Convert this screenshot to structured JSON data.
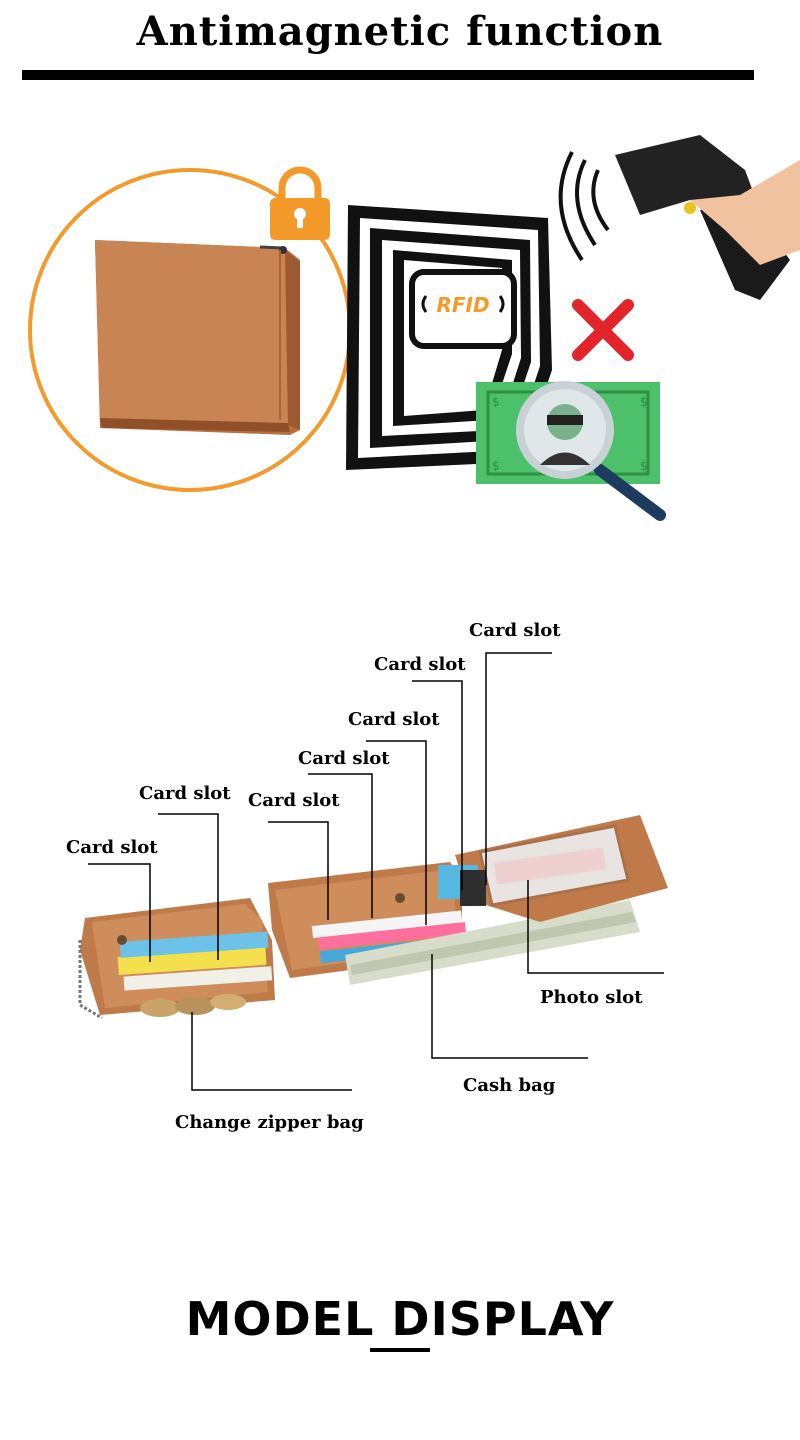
{
  "header": {
    "title": "Antimagnetic function"
  },
  "rfid_graphic": {
    "card_text": "RFID"
  },
  "diagram": {
    "labels": [
      {
        "id": "card-slot-1",
        "text": "Card slot"
      },
      {
        "id": "card-slot-2",
        "text": "Card slot"
      },
      {
        "id": "card-slot-3",
        "text": "Card slot"
      },
      {
        "id": "card-slot-4",
        "text": "Card slot"
      },
      {
        "id": "card-slot-5",
        "text": "Card slot"
      },
      {
        "id": "card-slot-6",
        "text": "Card slot"
      },
      {
        "id": "card-slot-7",
        "text": "Card slot"
      },
      {
        "id": "photo-slot",
        "text": "Photo slot"
      },
      {
        "id": "cash-bag",
        "text": "Cash bag"
      },
      {
        "id": "change-zipper-bag",
        "text": "Change zipper bag"
      }
    ]
  },
  "footer": {
    "title": "MODEL DISPLAY"
  },
  "colors": {
    "accent_orange": "#f39a2b",
    "wallet_brown": "#c07a4a",
    "banknote_green": "#4cc06a",
    "cross_red": "#e3242b"
  }
}
